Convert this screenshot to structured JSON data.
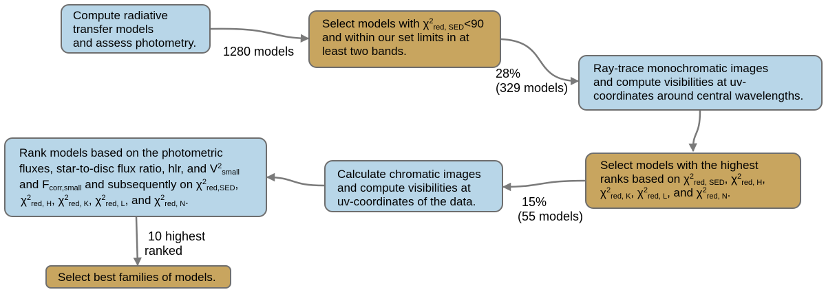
{
  "diagram": {
    "colors": {
      "process": "#b8d6e8",
      "selection": "#c8a55f",
      "connector": "#7a7a7a"
    },
    "nodes": {
      "compute": {
        "lines": [
          "Compute radiative",
          "transfer models",
          "and assess photometry."
        ]
      },
      "select1": {
        "l1_pre": "Select models with χ",
        "l1_sup": "2",
        "l1_sub": "red, SED",
        "l1_post": "<90",
        "l2": "and within our set limits in at",
        "l3": "least two bands."
      },
      "raytrace": {
        "lines": [
          "Ray-trace monochromatic images",
          "and compute visibilities at uv-",
          "coordinates around central wavelengths."
        ]
      },
      "select2": {
        "l1": "Select models with the highest",
        "l2_pre": "ranks  based on ",
        "chi": "χ",
        "sq": "2",
        "sub_sed": "red, SED",
        "sub_h": "red, H",
        "sub_k": "red, K",
        "sub_l": "red, L",
        "sub_n": "red, N",
        "comma": ",",
        "and": ", and ",
        "end": "."
      },
      "chromatic": {
        "lines": [
          "Calculate chromatic images",
          "and compute visibilities at",
          "uv-coordinates of the data."
        ]
      },
      "rank": {
        "l1": "Rank models based on the photometric",
        "l2_pre": "fluxes, star-to-disc flux ratio, hlr, and V",
        "l2_sup": "2",
        "l2_sub": "small",
        "l3_pre": "and F",
        "l3_sub": "corr,small",
        "l3_mid": " and subsequently on ",
        "chi": "χ",
        "sq": "2",
        "sub_sed": "red,SED",
        "sub_h": "red, H",
        "sub_k": "red, K",
        "sub_l": "red, L",
        "sub_n": "red, N",
        "comma": ",",
        "and": ", and ",
        "end": "."
      },
      "best": {
        "label": "Select best families of models."
      }
    },
    "edge_labels": {
      "e1": "1280 models",
      "e2_a": "28%",
      "e2_b": "(329 models)",
      "e4_a": "15%",
      "e4_b": "(55 models)",
      "e6_a": "10 highest",
      "e6_b": "ranked"
    }
  }
}
